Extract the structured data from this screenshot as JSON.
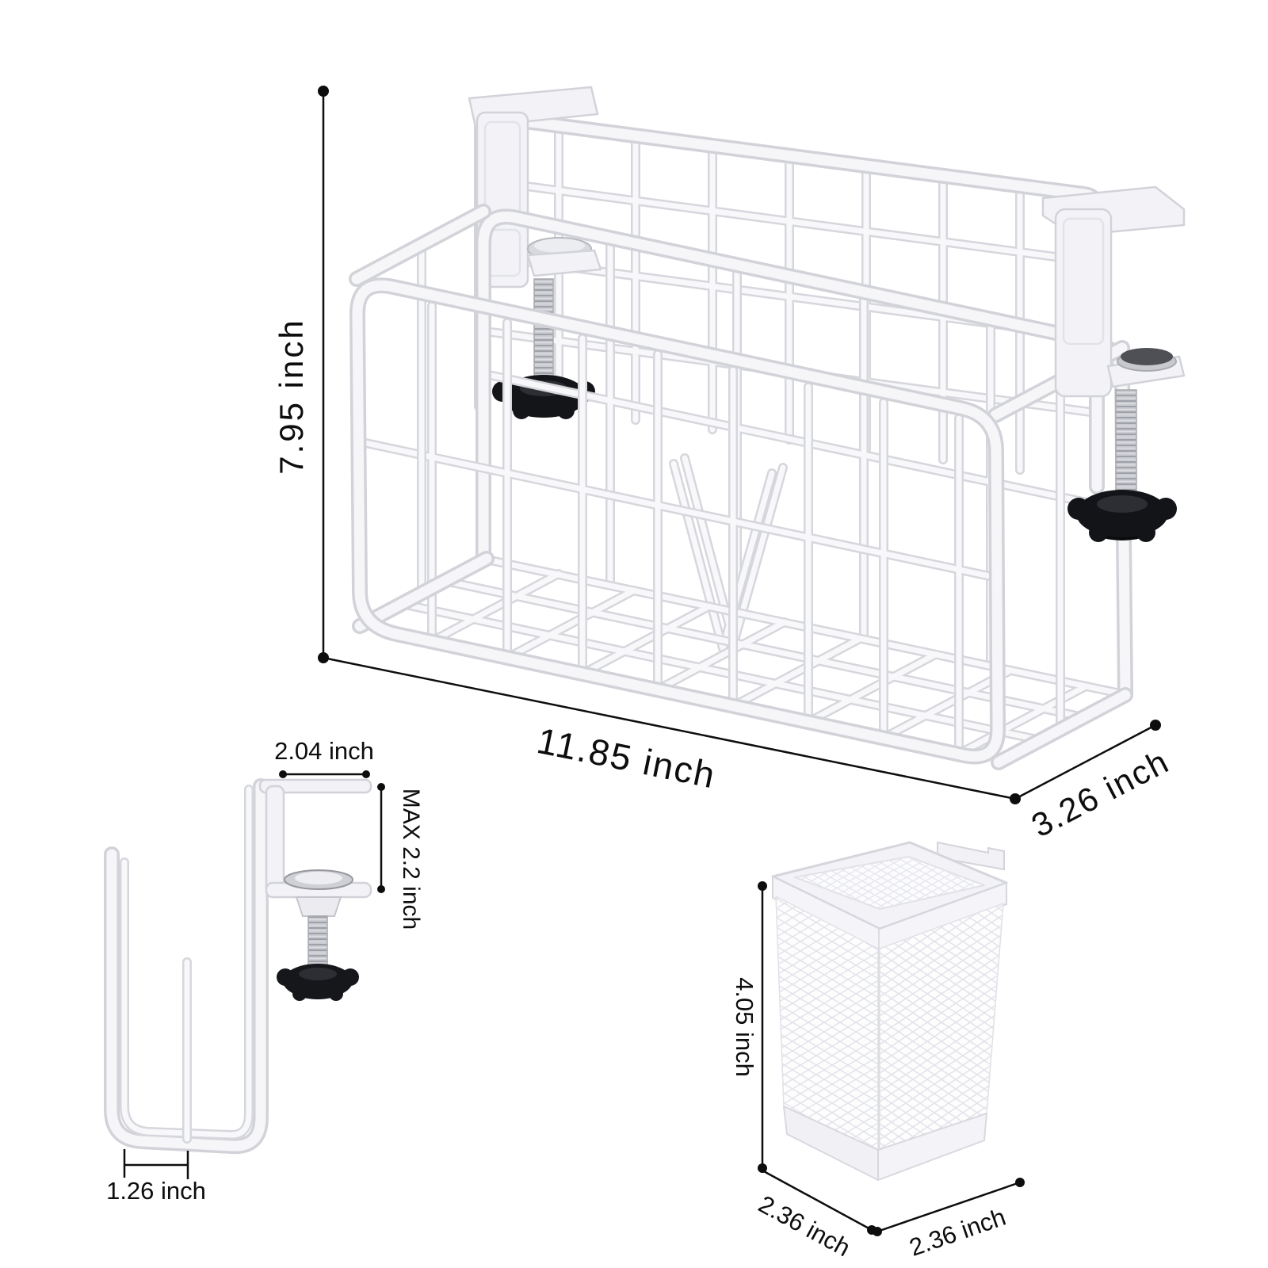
{
  "palette": {
    "background": "#ffffff",
    "dimension_ink": "#0d0d0d",
    "wire_white": "#f8f8fb",
    "wire_shadow": "#d6d7dc",
    "knob_black": "#141519",
    "steel": "#c9cbd1"
  },
  "views": {
    "cable_tray": {
      "dimensions": {
        "height": "7.95 inch",
        "width": "11.85 inch",
        "depth": "3.26 inch"
      }
    },
    "clamp_profile": {
      "dimensions": {
        "clamp_width": "2.04 inch",
        "max_opening": "MAX 2.2 inch",
        "hook_gap": "1.26 inch"
      }
    },
    "pen_cup": {
      "dimensions": {
        "height": "4.05 inch",
        "base_depth": "2.36 inch",
        "base_width": "2.36 inch"
      }
    }
  }
}
